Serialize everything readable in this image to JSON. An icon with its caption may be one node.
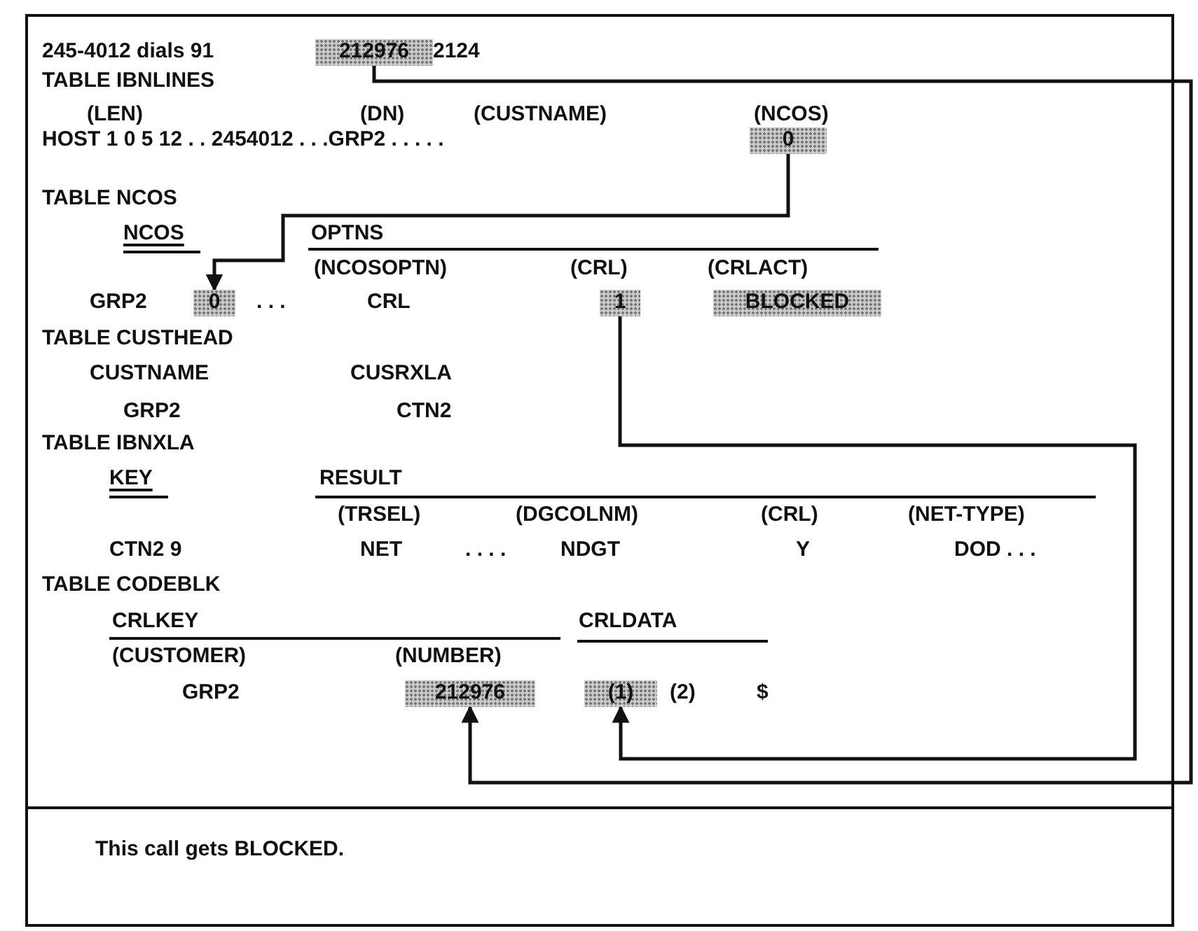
{
  "diagram": {
    "nodes": [
      {
        "text": [],
        "shape": "box"
      },
      {
        "text": [
          "212976"
        ],
        "in": 0
      },
      {
        "text": [
          "0"
        ],
        "in": 0
      },
      {
        "text": [
          "0"
        ],
        "in": 0
      },
      {
        "text": [
          "1"
        ],
        "in": 0
      },
      {
        "text": [
          "BLOCKED"
        ],
        "in": 0
      },
      {
        "text": [
          "212976"
        ],
        "in": 0
      },
      {
        "text": [
          "(1)"
        ],
        "in": 0
      },
      {
        "text": [
          "This call gets BLOCKED."
        ]
      }
    ],
    "edges": [
      {
        "from": 1,
        "to": 6,
        "arrow": "to"
      },
      {
        "from": 2,
        "to": 3,
        "arrow": "to"
      },
      {
        "from": 4,
        "to": 7,
        "arrow": "to"
      }
    ],
    "labels": [
      "245-4012 dials 91",
      "2124",
      "TABLE IBNLINES",
      "(LEN)",
      "(DN)",
      "(CUSTNAME)",
      "(NCOS)",
      "HOST 1 0 5 12 . . 2454012 . . .GRP2 . . . . .",
      "TABLE NCOS",
      "NCOS",
      "OPTNS",
      "(NCOSOPTN)",
      "(CRL)",
      "(CRLACT)",
      "GRP2",
      ". . .",
      "CRL",
      "TABLE CUSTHEAD",
      "CUSTNAME",
      "CUSRXLA",
      "GRP2",
      "CTN2",
      "TABLE IBNXLA",
      "KEY",
      "RESULT",
      "(TRSEL)",
      "(DGCOLNM)",
      "(CRL)",
      "(NET-TYPE)",
      "CTN2 9",
      "NET",
      ". . . .",
      "NDGT",
      "Y",
      "DOD . . .",
      "TABLE CODEBLK",
      "CRLKEY",
      "CRLDATA",
      "(CUSTOMER)",
      "(NUMBER)",
      "GRP2",
      "(2)",
      "$"
    ]
  }
}
